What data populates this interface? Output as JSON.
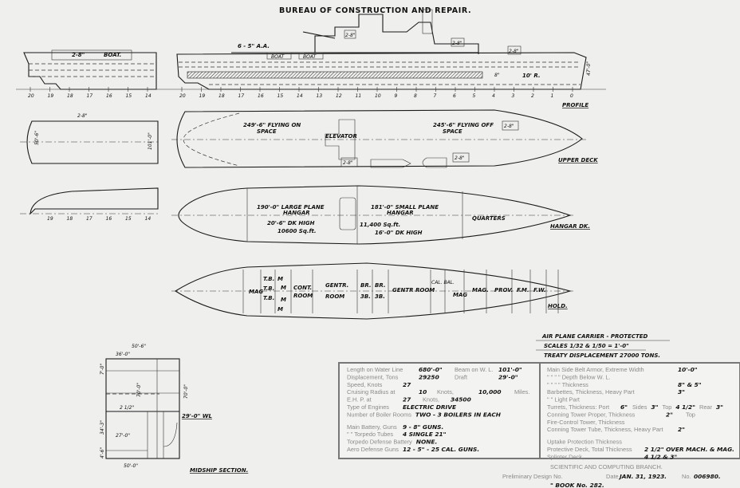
{
  "header": {
    "title": "BUREAU OF CONSTRUCTION AND REPAIR."
  },
  "profile": {
    "label": "PROFILE",
    "boat_labels": [
      "BOAT.",
      "BOAT",
      "BOAT"
    ],
    "gun_labels": [
      "2-8\"",
      "6 - 5\" A.A.",
      "2-8\"",
      "2-8\"",
      "2-8\""
    ],
    "depth_label": "10' R.",
    "belt_label": "8\"",
    "height_label": "47'-0\"",
    "stations_aft": [
      "20",
      "19",
      "18",
      "17",
      "16",
      "15",
      "14"
    ],
    "stations_main": [
      "20",
      "19",
      "18",
      "17",
      "16",
      "15",
      "14",
      "13",
      "12",
      "11",
      "10",
      "9",
      "8",
      "7",
      "6",
      "5",
      "4",
      "3",
      "2",
      "1",
      "0"
    ]
  },
  "upper_deck": {
    "label": "UPPER DECK",
    "flying_on": "249'-6\" FLYING ON",
    "flying_on_2": "SPACE",
    "flying_off": "245'-6\" FLYING OFF",
    "flying_off_2": "SPACE",
    "elevator": "ELEVATOR",
    "gun_labels": [
      "2-8\"",
      "2-8\"",
      "2-8\"",
      "2-8\""
    ],
    "aft_dim": "50'-6\"",
    "aft_dim2": "101'-0\""
  },
  "hangar_deck": {
    "label": "HANGAR DK.",
    "large_hangar": "190'-0\" LARGE PLANE",
    "large_hangar_2": "HANGAR",
    "large_height": "20'-6\" DK HIGH",
    "large_area": "10600 Sq.ft.",
    "small_hangar": "181'-0\" SMALL PLANE",
    "small_hangar_2": "HANGAR",
    "small_area": "11,400 Sq.ft.",
    "small_height": "16'-0\" DK HIGH",
    "quarters": "QUARTERS",
    "stations_aft": [
      "19",
      "18",
      "17",
      "16",
      "15",
      "14"
    ]
  },
  "hold": {
    "label": "HOLD.",
    "compartments": {
      "mag": "MAG",
      "tb": "T.B.",
      "m": "M",
      "cont": "CONT.",
      "room": "ROOM",
      "gentr": "GENTR.",
      "gentr_room": "ROOM",
      "br": "BR.",
      "bb": "3B.",
      "gentr_room_fwd": "GENTR ROOM",
      "cal": "CAL. BAL.",
      "mag2": "MAG",
      "mag3": "MAG.",
      "prov": "PROV.",
      "fm": "F.M.",
      "fw": "F.W."
    }
  },
  "design_title": {
    "line1": "AIR PLANE CARRIER - PROTECTED",
    "line2": "SCALES 1/32 & 1/50 = 1'-0\"",
    "line3": "TREATY DISPLACEMENT 27000 TONS."
  },
  "midship": {
    "label": "MIDSHIP SECTION.",
    "dims": [
      "50'-6\"",
      "36'-0\"",
      "70'-0\"",
      "70'-0\"",
      "29'-0\" WL",
      "27'-0\"",
      "50'-0\"",
      "2 1/2\"",
      "34'-3\"",
      "4'-6\"",
      "7'-0\""
    ]
  },
  "specs": {
    "left": [
      {
        "label": "Length on Water Line",
        "value": "680'-0\"",
        "label2": "Beam on W. L.",
        "value2": "101'-0\""
      },
      {
        "label": "Displacement, Tons",
        "value": "29250",
        "label2": "Draft",
        "value2": "29'-0\""
      },
      {
        "label": "Speed, Knots",
        "value": "27"
      },
      {
        "label": "Cruising Radius at",
        "value": "10",
        "label2": "Knots,",
        "value2": "10,000",
        "label3": "Miles."
      },
      {
        "label": "E.H. P. at",
        "value": "27",
        "label2": "Knots,",
        "value2": "34500"
      },
      {
        "label": "Type of Engines",
        "value": "ELECTRIC DRIVE"
      },
      {
        "label": "Number of Boiler Rooms",
        "value": "TWO - 3 BOILERS IN EACH"
      },
      {
        "label": "Main Battery, Guns",
        "value": "9 - 8\" GUNS."
      },
      {
        "label": "\"        \"     Torpedo Tubes",
        "value": "4 SINGLE 21\""
      },
      {
        "label": "Torpedo Defense Battery",
        "value": "NONE."
      },
      {
        "label": "Aero Defense Guns",
        "value": "12 - 5\" - 25 CAL. GUNS."
      }
    ],
    "right": [
      {
        "label": "Main Side Belt Armor, Extreme Width",
        "value": "10'-0\""
      },
      {
        "label": "\"     \"     \"     \"     Depth Below W. L.",
        "value": ""
      },
      {
        "label": "\"     \"     \"     \"     Thickness",
        "value": "8\" & 5\""
      },
      {
        "label": "Barbettes, Thickness, Heavy Part",
        "value": "3\""
      },
      {
        "label": "\"          \"          Light Part",
        "value": ""
      },
      {
        "label": "Turrets, Thickness: Port",
        "value": "6\"",
        "label2": "Sides",
        "value2": "3\"",
        "label3": "Top",
        "value3": "4 1/2\"",
        "label4": "Rear",
        "value4": "3\""
      },
      {
        "label": "Conning Tower Proper, Thickness",
        "value": "2\"",
        "label2": "Top"
      },
      {
        "label": "Fire-Control Tower, Thickness",
        "value": ""
      },
      {
        "label": "Conning Tower Tube, Thickness, Heavy Part",
        "value": "2\""
      },
      {
        "label": "Uptake Protection Thickness",
        "value": ""
      },
      {
        "label": "Protective Deck, Total Thickness",
        "value": "2 1/2\" OVER MACH. & MAG."
      },
      {
        "label": "Splinter Deck,",
        "value": "4 1/2 & 3\""
      }
    ],
    "branch": "SCIENTIFIC AND COMPUTING BRANCH.",
    "prelim_label": "Preliminary Design No.",
    "book": "\"  BOOK No. 282.",
    "date_label": "Date",
    "date": "JAN. 31, 1923.",
    "no_label": "No.",
    "number": "006980."
  }
}
